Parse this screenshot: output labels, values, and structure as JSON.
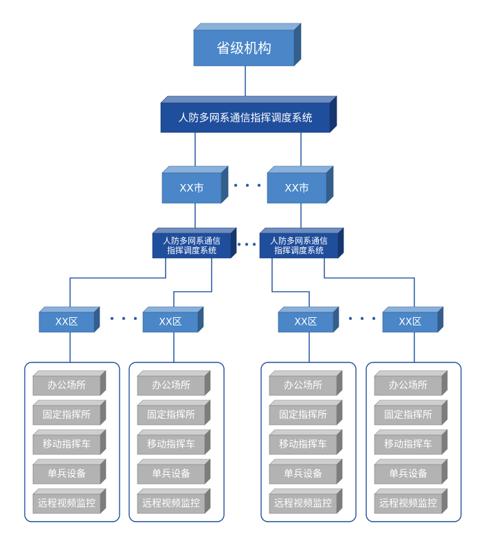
{
  "top": {
    "label": "省级机构"
  },
  "system_main": {
    "label": "人防多网系通信指挥调度系统"
  },
  "city_left": {
    "label": "XX市"
  },
  "city_right": {
    "label": "XX市"
  },
  "city_sys_left": {
    "line1": "人防多网系通信",
    "line2": "指挥调度系统"
  },
  "city_sys_right": {
    "line1": "人防多网系通信",
    "line2": "指挥调度系统"
  },
  "districts": [
    {
      "label": "XX区"
    },
    {
      "label": "XX区"
    },
    {
      "label": "XX区"
    },
    {
      "label": "XX区"
    }
  ],
  "panel_items": [
    "办公场所",
    "固定指挥所",
    "移动指挥车",
    "单兵设备",
    "远程视频监控"
  ],
  "colors": {
    "box_dark": "#1f4e9c",
    "box_light": "#4a86c8",
    "box_gray": "#b3b3b3",
    "line": "#2f5fa8"
  }
}
